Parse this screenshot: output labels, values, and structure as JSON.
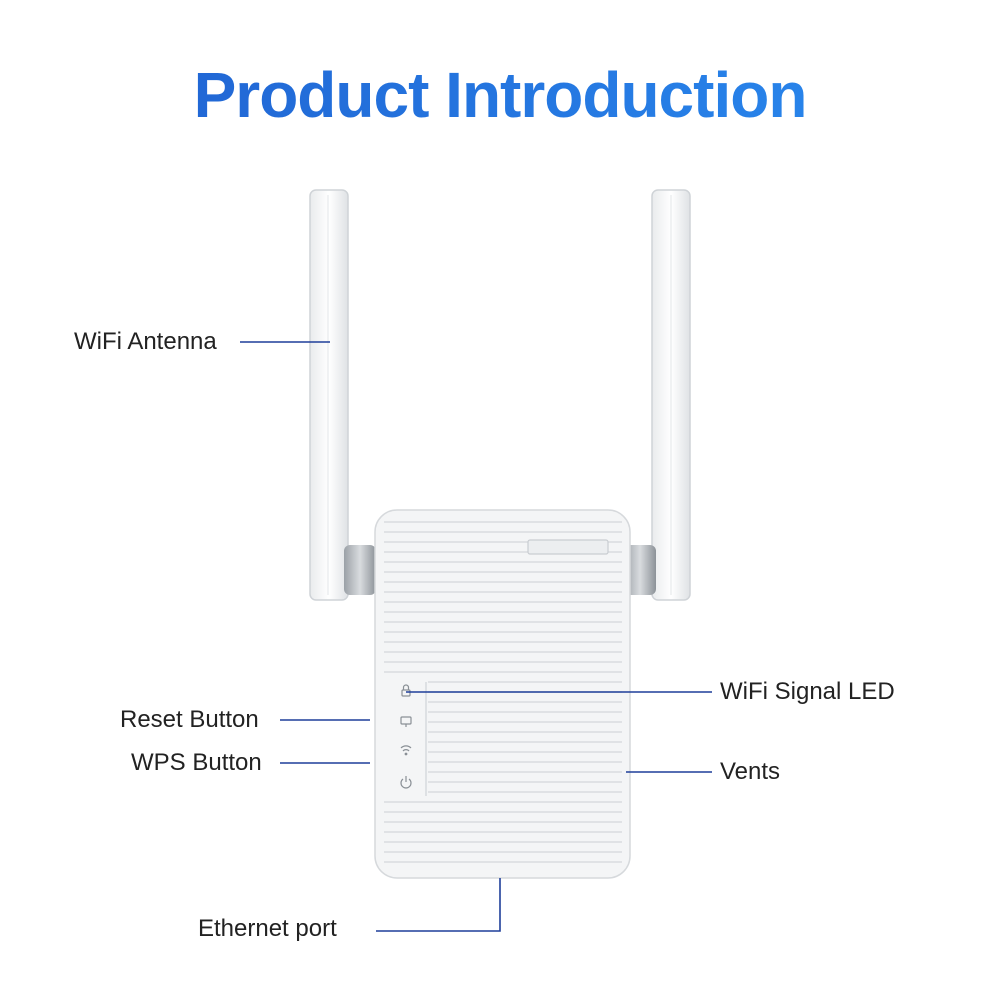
{
  "title": "Product Introduction",
  "colors": {
    "title_start": "#1f5fcf",
    "title_end": "#2a8cf0",
    "leader_line": "#1f3f9a",
    "device_body": "#f4f5f6",
    "device_outline": "#d6d9dc"
  },
  "labels": {
    "wifi_antenna": "WiFi Antenna",
    "reset_button": "Reset Button",
    "wps_button": "WPS Button",
    "wifi_signal_led": "WiFi Signal LED",
    "vents": "Vents",
    "ethernet_port": "Ethernet port"
  },
  "icons": [
    "lock-icon",
    "monitor-icon",
    "wifi-icon",
    "power-icon"
  ]
}
